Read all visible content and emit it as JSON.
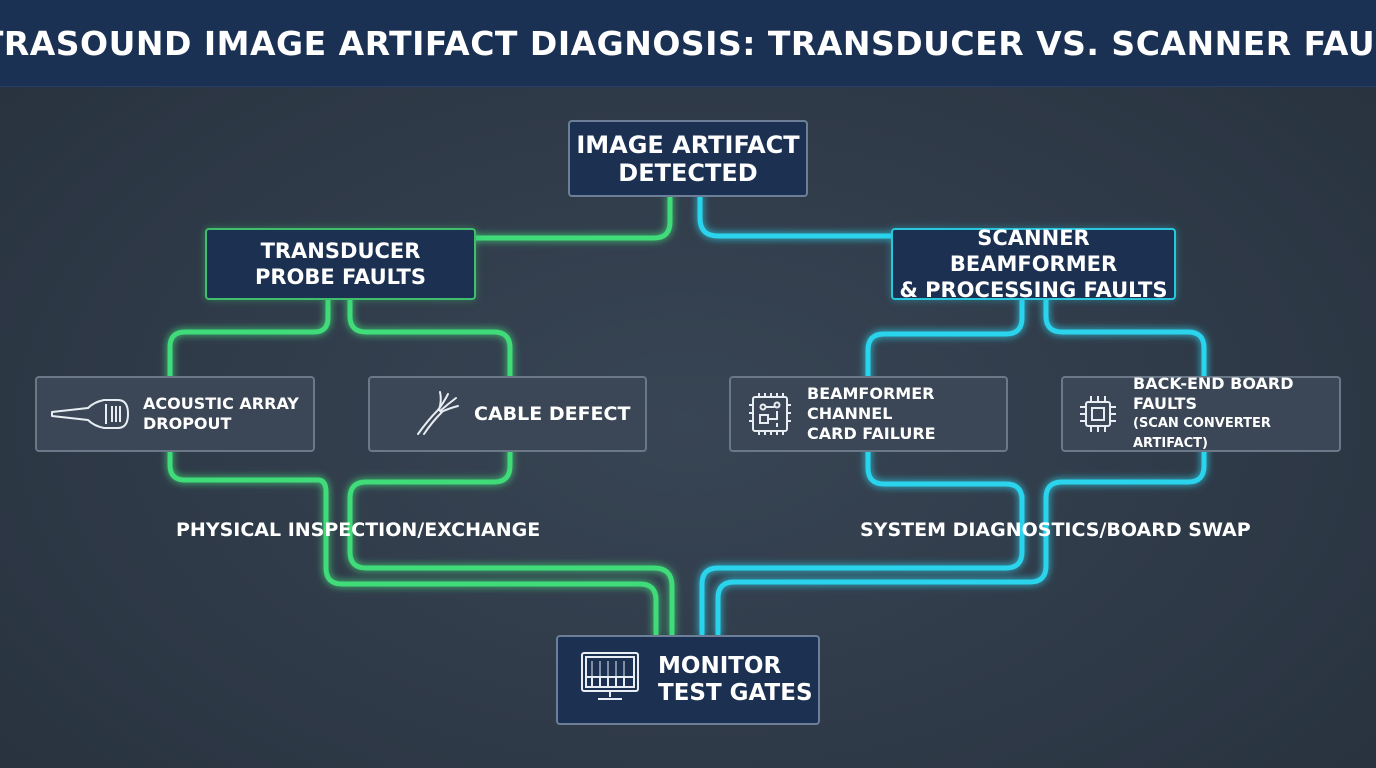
{
  "header": {
    "title": "ULTRASOUND IMAGE ARTIFACT DIAGNOSIS: TRANSDUCER VS. SCANNER FAULTS"
  },
  "colors": {
    "header_bg": "#1b3154",
    "green_path": "#3fdc7a",
    "cyan_path": "#2ad4ec",
    "node_bg": "#1c3152",
    "leaf_bg": "#3b4756"
  },
  "root": {
    "line1": "IMAGE ARTIFACT",
    "line2": "DETECTED"
  },
  "branches": {
    "transducer": {
      "title_line1": "TRANSDUCER",
      "title_line2": "PROBE FAULTS",
      "leaves": [
        {
          "line1": "ACOUSTIC ARRAY",
          "line2": "DROPOUT",
          "icon": "ultrasound-probe-icon"
        },
        {
          "line1": "CABLE DEFECT",
          "icon": "frayed-cable-icon"
        }
      ],
      "stage": "PHYSICAL INSPECTION/EXCHANGE"
    },
    "scanner": {
      "title_line1": "SCANNER BEAMFORMER",
      "title_line2": "& PROCESSING FAULTS",
      "leaves": [
        {
          "line1": "BEAMFORMER CHANNEL",
          "line2": "CARD FAILURE",
          "icon": "circuit-board-icon"
        },
        {
          "line1": "BACK-END BOARD FAULTS",
          "line2": "(SCAN CONVERTER ARTIFACT)",
          "icon": "chip-icon"
        }
      ],
      "stage": "SYSTEM DIAGNOSTICS/BOARD SWAP"
    }
  },
  "monitor": {
    "line1": "MONITOR",
    "line2": "TEST GATES",
    "icon": "monitor-icon"
  }
}
